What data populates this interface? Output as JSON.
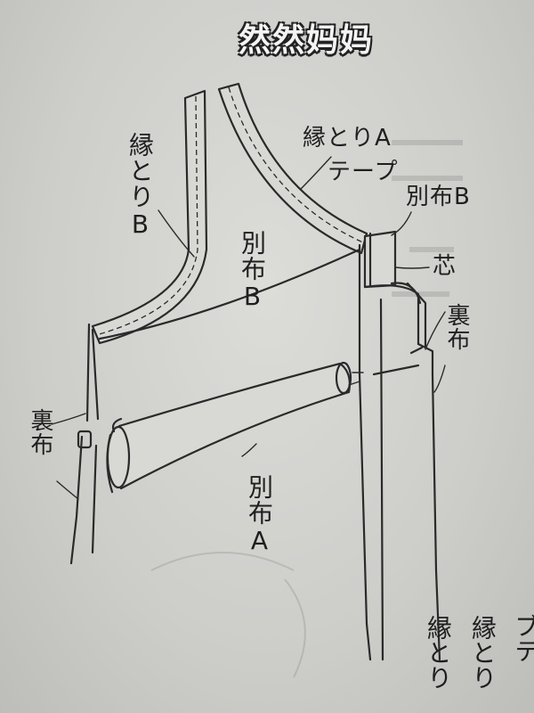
{
  "watermark": "然然妈妈",
  "labels": {
    "binding_b": "縁とりB",
    "binding_a_line1": "縁とりA",
    "binding_a_line2": "テープ",
    "separate_cloth_b_top": "別布B",
    "core": "芯",
    "lining_right": "裏布",
    "lining_left": "裏布",
    "separate_cloth_b_center": "別布B",
    "separate_cloth_a": "別布A"
  },
  "corner_text": {
    "col1": "縁とり",
    "col2": "縁とり",
    "col3": "ブテ"
  }
}
